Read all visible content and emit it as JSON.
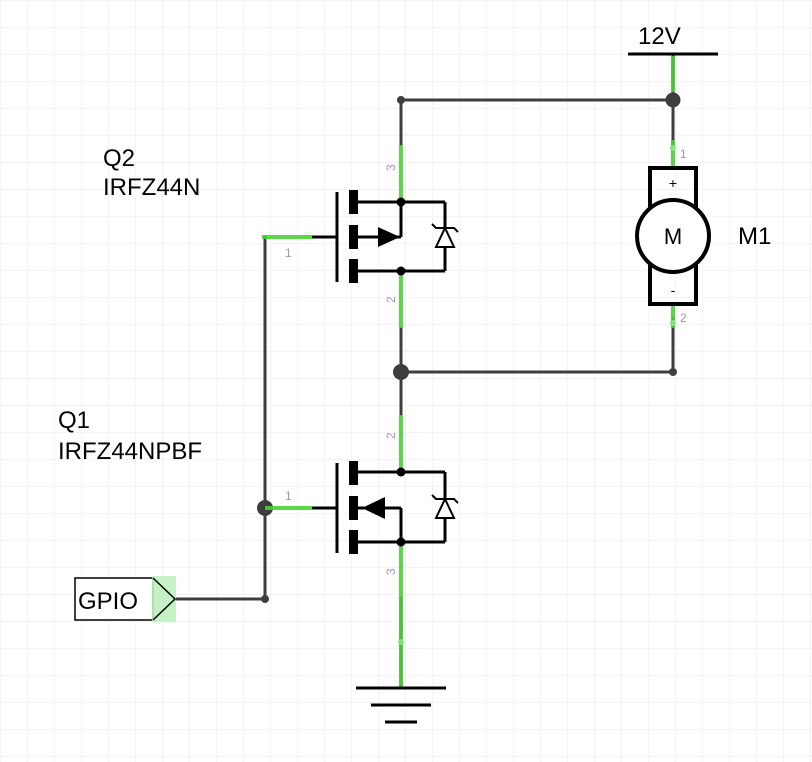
{
  "diagram": {
    "supply": {
      "label": "12V"
    },
    "ground": {
      "label": ""
    },
    "q2": {
      "name": "Q2",
      "part": "IRFZ44N",
      "pin_gate": "1",
      "pin_drain": "3",
      "pin_source": "2"
    },
    "q1": {
      "name": "Q1",
      "part": "IRFZ44NPBF",
      "pin_gate": "1",
      "pin_drain": "2",
      "pin_source": "3"
    },
    "motor": {
      "name": "M1",
      "symbol": "M",
      "plus": "+",
      "minus": "-",
      "pin_plus": "1",
      "pin_minus": "2"
    },
    "gpio": {
      "label": "GPIO"
    }
  },
  "colors": {
    "wire": "#3e3e3e",
    "connected_pin": "#4cd137",
    "grid": "#e6e6e6",
    "pin_number": "#9a9a9a"
  }
}
